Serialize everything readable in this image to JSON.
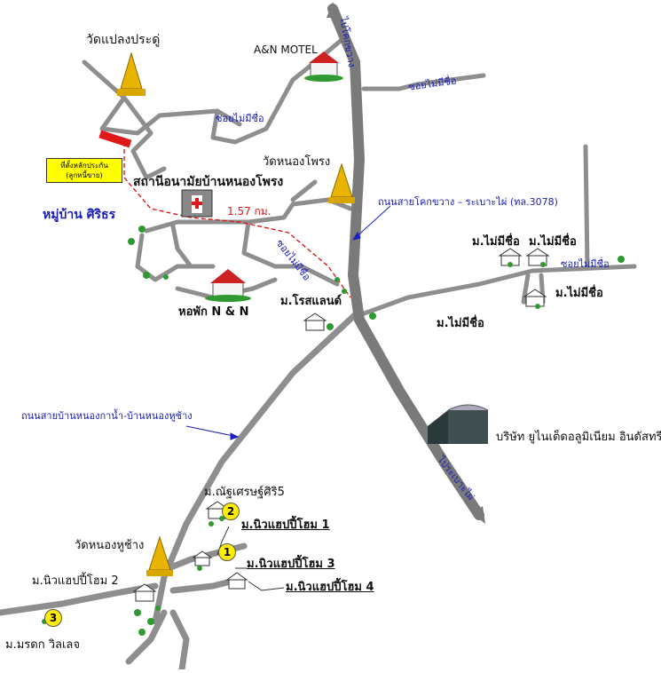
{
  "labels": {
    "wat_plaeng": "วัดแปลงประดู่",
    "an_motel": "A&N MOTEL",
    "pai_khok_khwang": "ไปโคกขวาง",
    "soi_mai_mi_chue_top": "ซอยไม่มีชื่อ",
    "soi_mai_mi_chue_left": "ซอยไม่มีชื่อ",
    "soi_mai_mi_chue_mid": "ซอยไม่มีชื่อ",
    "soi_mai_mi_chue_right": "ซอยไม่มีชื่อ",
    "landmark_box_line1": "ที่ตั้งหลักประกัน",
    "landmark_box_line2": "(ลูกหนี้ขาย)",
    "village_sirithon": "หมู่บ้าน ศิริธร",
    "health_station": "สถานีอนามัยบ้านหนองโพรง",
    "distance": "1.57 กม.",
    "wat_nong_phrong": "วัดหนองโพรง",
    "road_3078": "ถนนสายโคกขวาง – ระเบาะไผ่ (ทล.3078)",
    "m_mai_mi_chue_1": "ม.ไม่มีชื่อ",
    "m_mai_mi_chue_2": "ม.ไม่มีชื่อ",
    "m_mai_mi_chue_3": "ม.ไม่มีชื่อ",
    "m_mai_mi_chue_4": "ม.ไม่มีชื่อ",
    "dorm_nn": "หอพัก N & N",
    "m_rose_land": "ม.โรสแลนด์",
    "road_nong_kan_nam": "ถนนสายบ้านหนองกาน้ำ-บ้านหนองหูช้าง",
    "company": "บริษัท ยูไนเต็ดอลูมิเนียม อินดัสทรี",
    "pai_rabo_phai": "ไประเบาะไผ่",
    "m_nat_sert": "ม.ณัฐเศรษฐ์ศิริ5",
    "m_new_happy_1": "ม.นิวแฮปปี้โฮม 1",
    "m_new_happy_2": "ม.นิวแฮปปี้โฮม 2",
    "m_new_happy_3": "ม.นิวแฮปปี้โฮม 3",
    "m_new_happy_4": "ม.นิวแฮปปี้โฮม 4",
    "wat_nong_hu_chang": "วัดหนองหูช้าง",
    "m_moradok": "ม.มรดก วิลเลจ",
    "num_1": "1",
    "num_2": "2",
    "num_3": "3"
  },
  "colors": {
    "road": "#8e8e8e",
    "highway": "#7a7a7a",
    "label_blue": "#1a20b8",
    "route_red": "#e01818",
    "temple_gold": "#e8b400",
    "tree_green": "#2f9a2f",
    "marker_yellow": "#ffee00",
    "landmark_box": "#ffff00"
  },
  "icons": [
    "temple-icon",
    "motel-icon",
    "hospital-icon",
    "house-icon",
    "factory-icon",
    "tree-icon",
    "location-marker-icon",
    "arrow-icon"
  ]
}
